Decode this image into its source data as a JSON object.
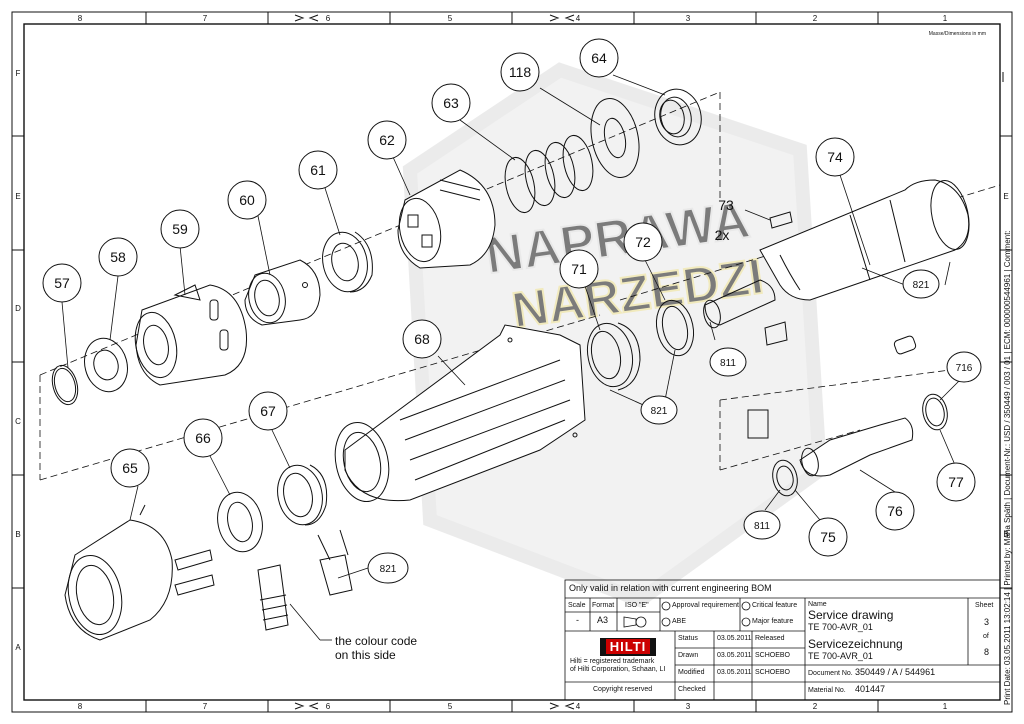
{
  "frame": {
    "top_numbers": [
      "8",
      "7",
      "6",
      "5",
      "4",
      "3",
      "2",
      "1"
    ],
    "bottom_numbers": [
      "8",
      "7",
      "6",
      "5",
      "4",
      "3",
      "2",
      "1"
    ],
    "row_letters": [
      "F",
      "E",
      "D",
      "C",
      "B",
      "A"
    ],
    "units_note": "Masse/Dimensions in mm"
  },
  "parts": [
    {
      "id": "57"
    },
    {
      "id": "58"
    },
    {
      "id": "59"
    },
    {
      "id": "60"
    },
    {
      "id": "61"
    },
    {
      "id": "62"
    },
    {
      "id": "63"
    },
    {
      "id": "118"
    },
    {
      "id": "64"
    },
    {
      "id": "74"
    },
    {
      "id": "73"
    },
    {
      "id": "72"
    },
    {
      "id": "71"
    },
    {
      "id": "68"
    },
    {
      "id": "67"
    },
    {
      "id": "66"
    },
    {
      "id": "65"
    },
    {
      "id": "716"
    },
    {
      "id": "77"
    },
    {
      "id": "76"
    },
    {
      "id": "75"
    },
    {
      "id": "811"
    },
    {
      "id": "811"
    },
    {
      "id": "821"
    },
    {
      "id": "821"
    },
    {
      "id": "821"
    }
  ],
  "annotations": {
    "qty_73": "2x",
    "colour_code_line1": "the colour code",
    "colour_code_line2": "on this side"
  },
  "watermark": {
    "line1": "NAPRAWA",
    "line2": "NARZEDZI"
  },
  "title_block": {
    "validity": "Only valid in relation with current engineering BOM",
    "scale_label": "Scale",
    "scale_value": "-",
    "format_label": "Format",
    "format_value": "A3",
    "iso_label": "ISO \"E\"",
    "approval_requirement": "Approval requirement",
    "critical_feature": "Critical feature",
    "abe": "ABE",
    "major_feature": "Major feature",
    "name_label": "Name",
    "name_en": "Service drawing",
    "name_en_sub": "TE 700-AVR_01",
    "name_de": "Servicezeichnung",
    "name_de_sub": "TE 700-AVR_01",
    "sheet_label": "Sheet",
    "sheet_no": "3",
    "of_label": "of",
    "sheet_total": "8",
    "logo": "HILTI",
    "trademark_line1": "Hilti = registered trademark",
    "trademark_line2": "of Hilti Corporation, Schaan, LI",
    "copyright": "Copyright reserved",
    "rows": [
      {
        "label": "Status",
        "date": "03.05.2011",
        "value": "Released"
      },
      {
        "label": "Drawn",
        "date": "03.05.2011",
        "value": "SCHOEBO"
      },
      {
        "label": "Modified",
        "date": "03.05.2011",
        "value": "SCHOEBO"
      },
      {
        "label": "Checked",
        "date": "",
        "value": ""
      }
    ],
    "document_label": "Document No.",
    "document_no": "350449 / A / 544961",
    "material_label": "Material No.",
    "material_no": "401447"
  },
  "side_note": "Print Date: 03.05.2011 13:02:14 | Printed by: Maria Späth | Document-Nr.: USD / 350449 / 003 / 01 | ECM: 000000544961 | Comment:"
}
